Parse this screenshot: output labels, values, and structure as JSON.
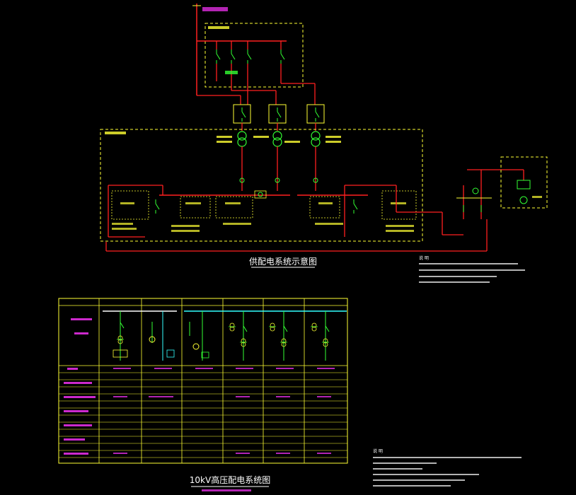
{
  "diagram1": {
    "title": "供配电系统示意图"
  },
  "diagram2": {
    "title": "10kV高压配电系统图"
  },
  "notes_heading": "说 明",
  "notes2_heading": "说 明",
  "colors": {
    "background": "#000000",
    "frame_yellow": "#ffff33",
    "wire_red": "#ff2020",
    "symbol_green": "#33ff33",
    "text_magenta": "#ff33ff",
    "bus_cyan": "#33ffff"
  }
}
